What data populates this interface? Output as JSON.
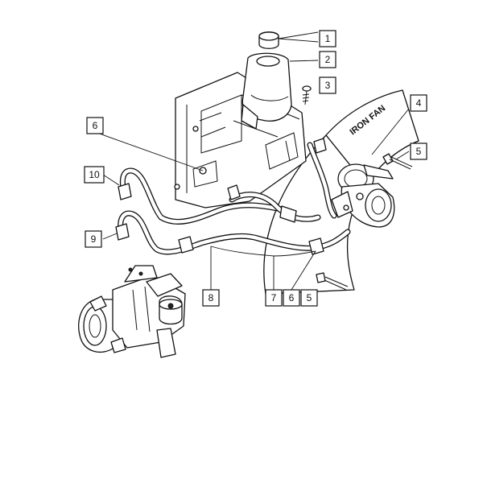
{
  "diagram": {
    "shroud_label": "IRON FAN",
    "callouts": [
      {
        "id": "c1",
        "label": "1"
      },
      {
        "id": "c2",
        "label": "2"
      },
      {
        "id": "c3",
        "label": "3"
      },
      {
        "id": "c4",
        "label": "4"
      },
      {
        "id": "c5a",
        "label": "5"
      },
      {
        "id": "c6a",
        "label": "6"
      },
      {
        "id": "c10",
        "label": "10"
      },
      {
        "id": "c9",
        "label": "9"
      },
      {
        "id": "c8",
        "label": "8"
      },
      {
        "id": "c7",
        "label": "7"
      },
      {
        "id": "c6b",
        "label": "6"
      },
      {
        "id": "c5b",
        "label": "5"
      }
    ]
  }
}
